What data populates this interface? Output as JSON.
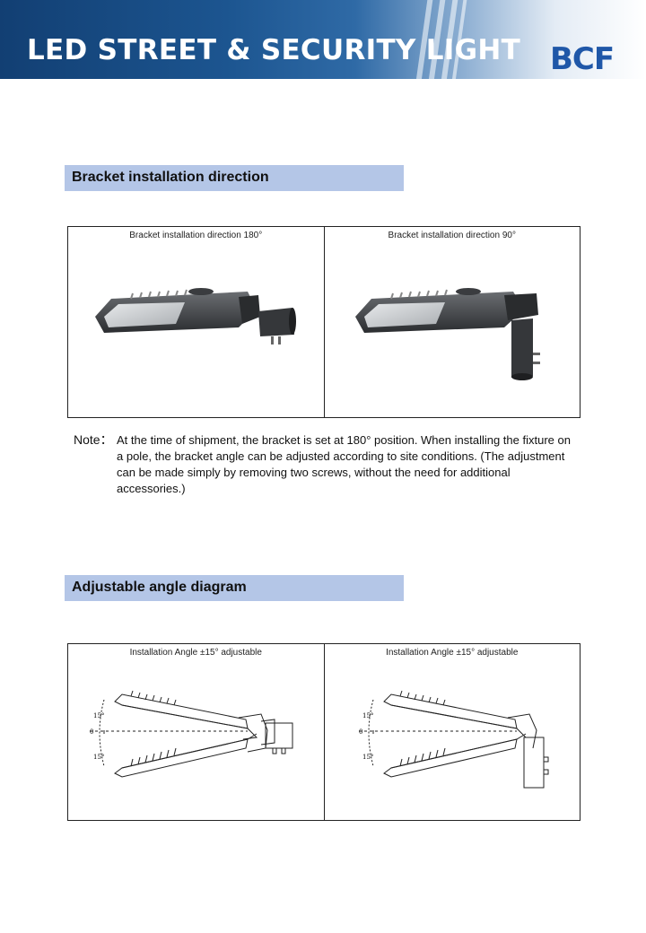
{
  "header": {
    "title": "LED STREET & SECURITY LIGHT",
    "logo": "BCF",
    "colors": {
      "banner_dark": "#123f73",
      "logo": "#1f57a8"
    }
  },
  "sections": [
    {
      "heading": "Bracket installation direction",
      "panels": [
        {
          "caption": "Bracket installation direction 180°"
        },
        {
          "caption": "Bracket installation direction 90°"
        }
      ]
    },
    {
      "heading": "Adjustable angle diagram",
      "panels": [
        {
          "caption": "Installation Angle ±15° adjustable",
          "angle_top": "15°",
          "angle_zero": "0",
          "angle_bottom": "15°"
        },
        {
          "caption": "Installation Angle ±15° adjustable",
          "angle_top": "15°",
          "angle_zero": "0",
          "angle_bottom": "15°"
        }
      ]
    }
  ],
  "note": {
    "label": "Note：",
    "text": "At the time of shipment, the bracket is set at 180° position. When installing the fixture on a pole, the bracket angle can be adjusted according to site conditions. (The adjustment can be made simply by removing two screws, without the need for additional accessories.)"
  },
  "section_head_color": "#b4c6e7"
}
